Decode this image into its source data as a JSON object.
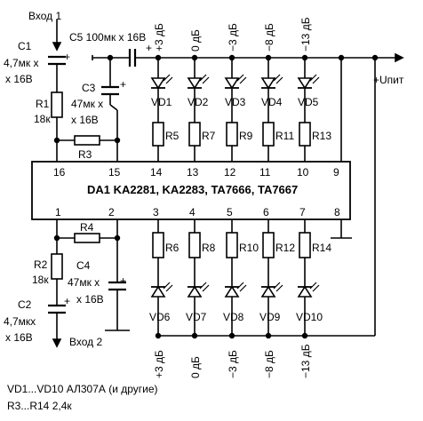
{
  "inputs": {
    "in1": "Вход 1",
    "in2": "Вход 2",
    "supply": "+Uпит"
  },
  "chip": {
    "label": "DA1 KA2281, KA2283, TA7666, TA7667",
    "pins_top": [
      "16",
      "15",
      "14",
      "13",
      "12",
      "11",
      "10",
      "9"
    ],
    "pins_bottom": [
      "1",
      "2",
      "3",
      "4",
      "5",
      "6",
      "7",
      "8"
    ]
  },
  "capacitors": {
    "c1_name": "C1",
    "c1_value_1": "4,7мк x",
    "c1_value_2": "x 16В",
    "c2_name": "C2",
    "c2_value_1": "4,7мкx",
    "c2_value_2": "x 16В",
    "c3_name": "C3",
    "c3_value_1": "47мк x",
    "c3_value_2": "x 16В",
    "c4_name": "C4",
    "c4_value_1": "47мк x",
    "c4_value_2": "x 16В",
    "c5_label": "C5 100мк x 16В",
    "plus": "+"
  },
  "resistors": {
    "r1_name": "R1",
    "r1_value": "18к",
    "r2_name": "R2",
    "r2_value": "18к",
    "r3_name": "R3",
    "r4_name": "R4",
    "top_names": [
      "R5",
      "R7",
      "R9",
      "R11",
      "R13"
    ],
    "bottom_names": [
      "R6",
      "R8",
      "R10",
      "R12",
      "R14"
    ]
  },
  "leds": {
    "top_names": [
      "VD1",
      "VD2",
      "VD3",
      "VD4",
      "VD5"
    ],
    "bottom_names": [
      "VD6",
      "VD7",
      "VD8",
      "VD9",
      "VD10"
    ]
  },
  "levels": [
    "+3 дБ",
    "0 дБ",
    "−3 дБ",
    "−8 дБ",
    "−13 дБ"
  ],
  "notes": {
    "line1": "VD1...VD10  АЛ307А (и другие)",
    "line2": "R3...R14  2,4к"
  }
}
